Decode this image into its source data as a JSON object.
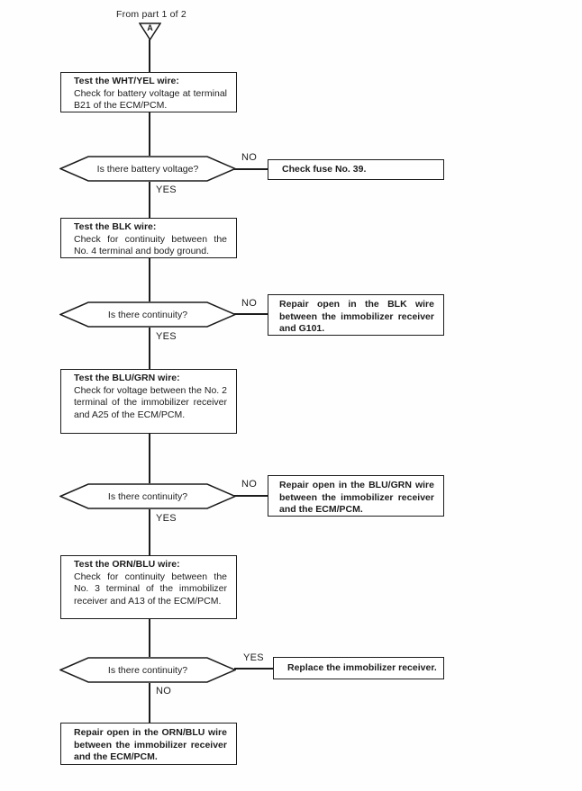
{
  "page": {
    "source_label": "From part 1 of 2",
    "connector_letter": "A"
  },
  "colors": {
    "ink": "#1c1c1c",
    "paper": "#ffffff"
  },
  "flow": {
    "step1": {
      "box": {
        "title": "Test the WHT/YEL wire:",
        "body": "Check for battery voltage at terminal B21 of the ECM/PCM."
      },
      "decision": {
        "question": "Is there battery voltage?",
        "branch_label": "NO",
        "continue_label": "YES"
      },
      "branch_box": "Check fuse No. 39."
    },
    "step2": {
      "box": {
        "title": "Test the BLK wire:",
        "body": "Check for continuity between the No. 4 terminal and body ground."
      },
      "decision": {
        "question": "Is there continuity?",
        "branch_label": "NO",
        "continue_label": "YES"
      },
      "branch_box": "Repair open in the BLK wire between the immobilizer receiver and G101."
    },
    "step3": {
      "box": {
        "title": "Test the BLU/GRN wire:",
        "body": "Check for voltage between the No. 2 terminal of the immobilizer receiver and A25 of the ECM/PCM."
      },
      "decision": {
        "question": "Is there continuity?",
        "branch_label": "NO",
        "continue_label": "YES"
      },
      "branch_box": "Repair open in the BLU/GRN wire between the immobilizer receiver and the ECM/PCM."
    },
    "step4": {
      "box": {
        "title": "Test the ORN/BLU wire:",
        "body": "Check for continuity between the No. 3 terminal of the immobilizer receiver and A13 of the ECM/PCM."
      },
      "decision": {
        "question": "Is there continuity?",
        "branch_label": "YES",
        "continue_label": "NO"
      },
      "branch_box": "Replace the immobilizer receiver."
    },
    "final_box": "Repair open in the ORN/BLU wire between the immobilizer receiver and the ECM/PCM."
  }
}
